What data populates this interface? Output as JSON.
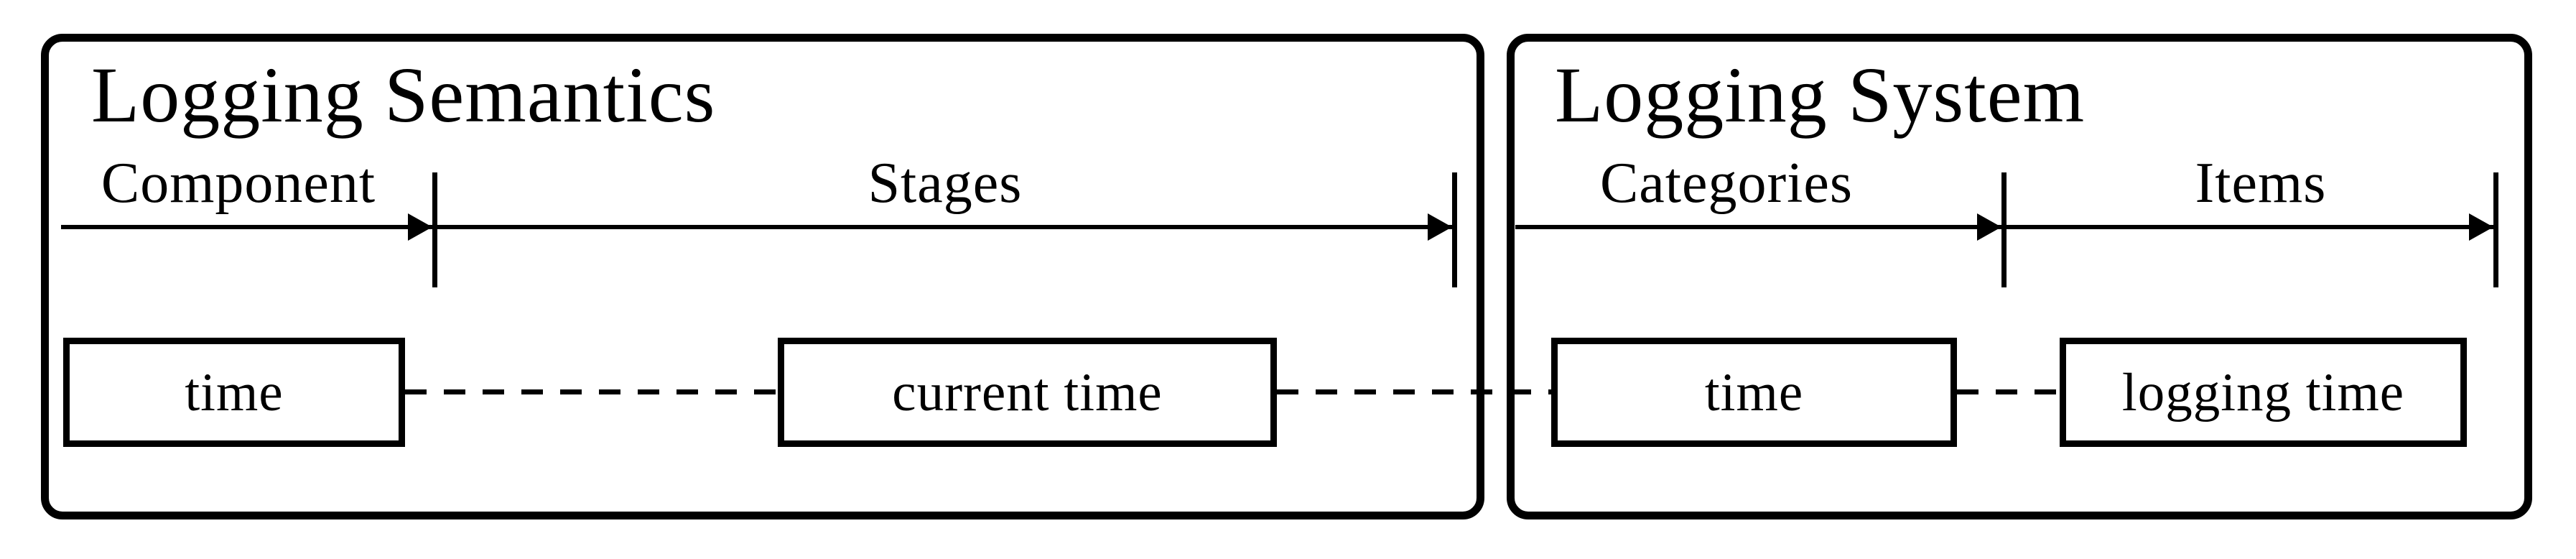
{
  "panels": [
    {
      "title": "Logging Semantics",
      "segments": [
        {
          "label": "Component"
        },
        {
          "label": "Stages"
        }
      ],
      "nodes": [
        {
          "label": "time"
        },
        {
          "label": "current time"
        }
      ]
    },
    {
      "title": "Logging System",
      "segments": [
        {
          "label": "Categories"
        },
        {
          "label": "Items"
        }
      ],
      "nodes": [
        {
          "label": "time"
        },
        {
          "label": "logging time"
        }
      ]
    }
  ],
  "colors": {
    "ink": "#000000",
    "background": "#ffffff"
  }
}
